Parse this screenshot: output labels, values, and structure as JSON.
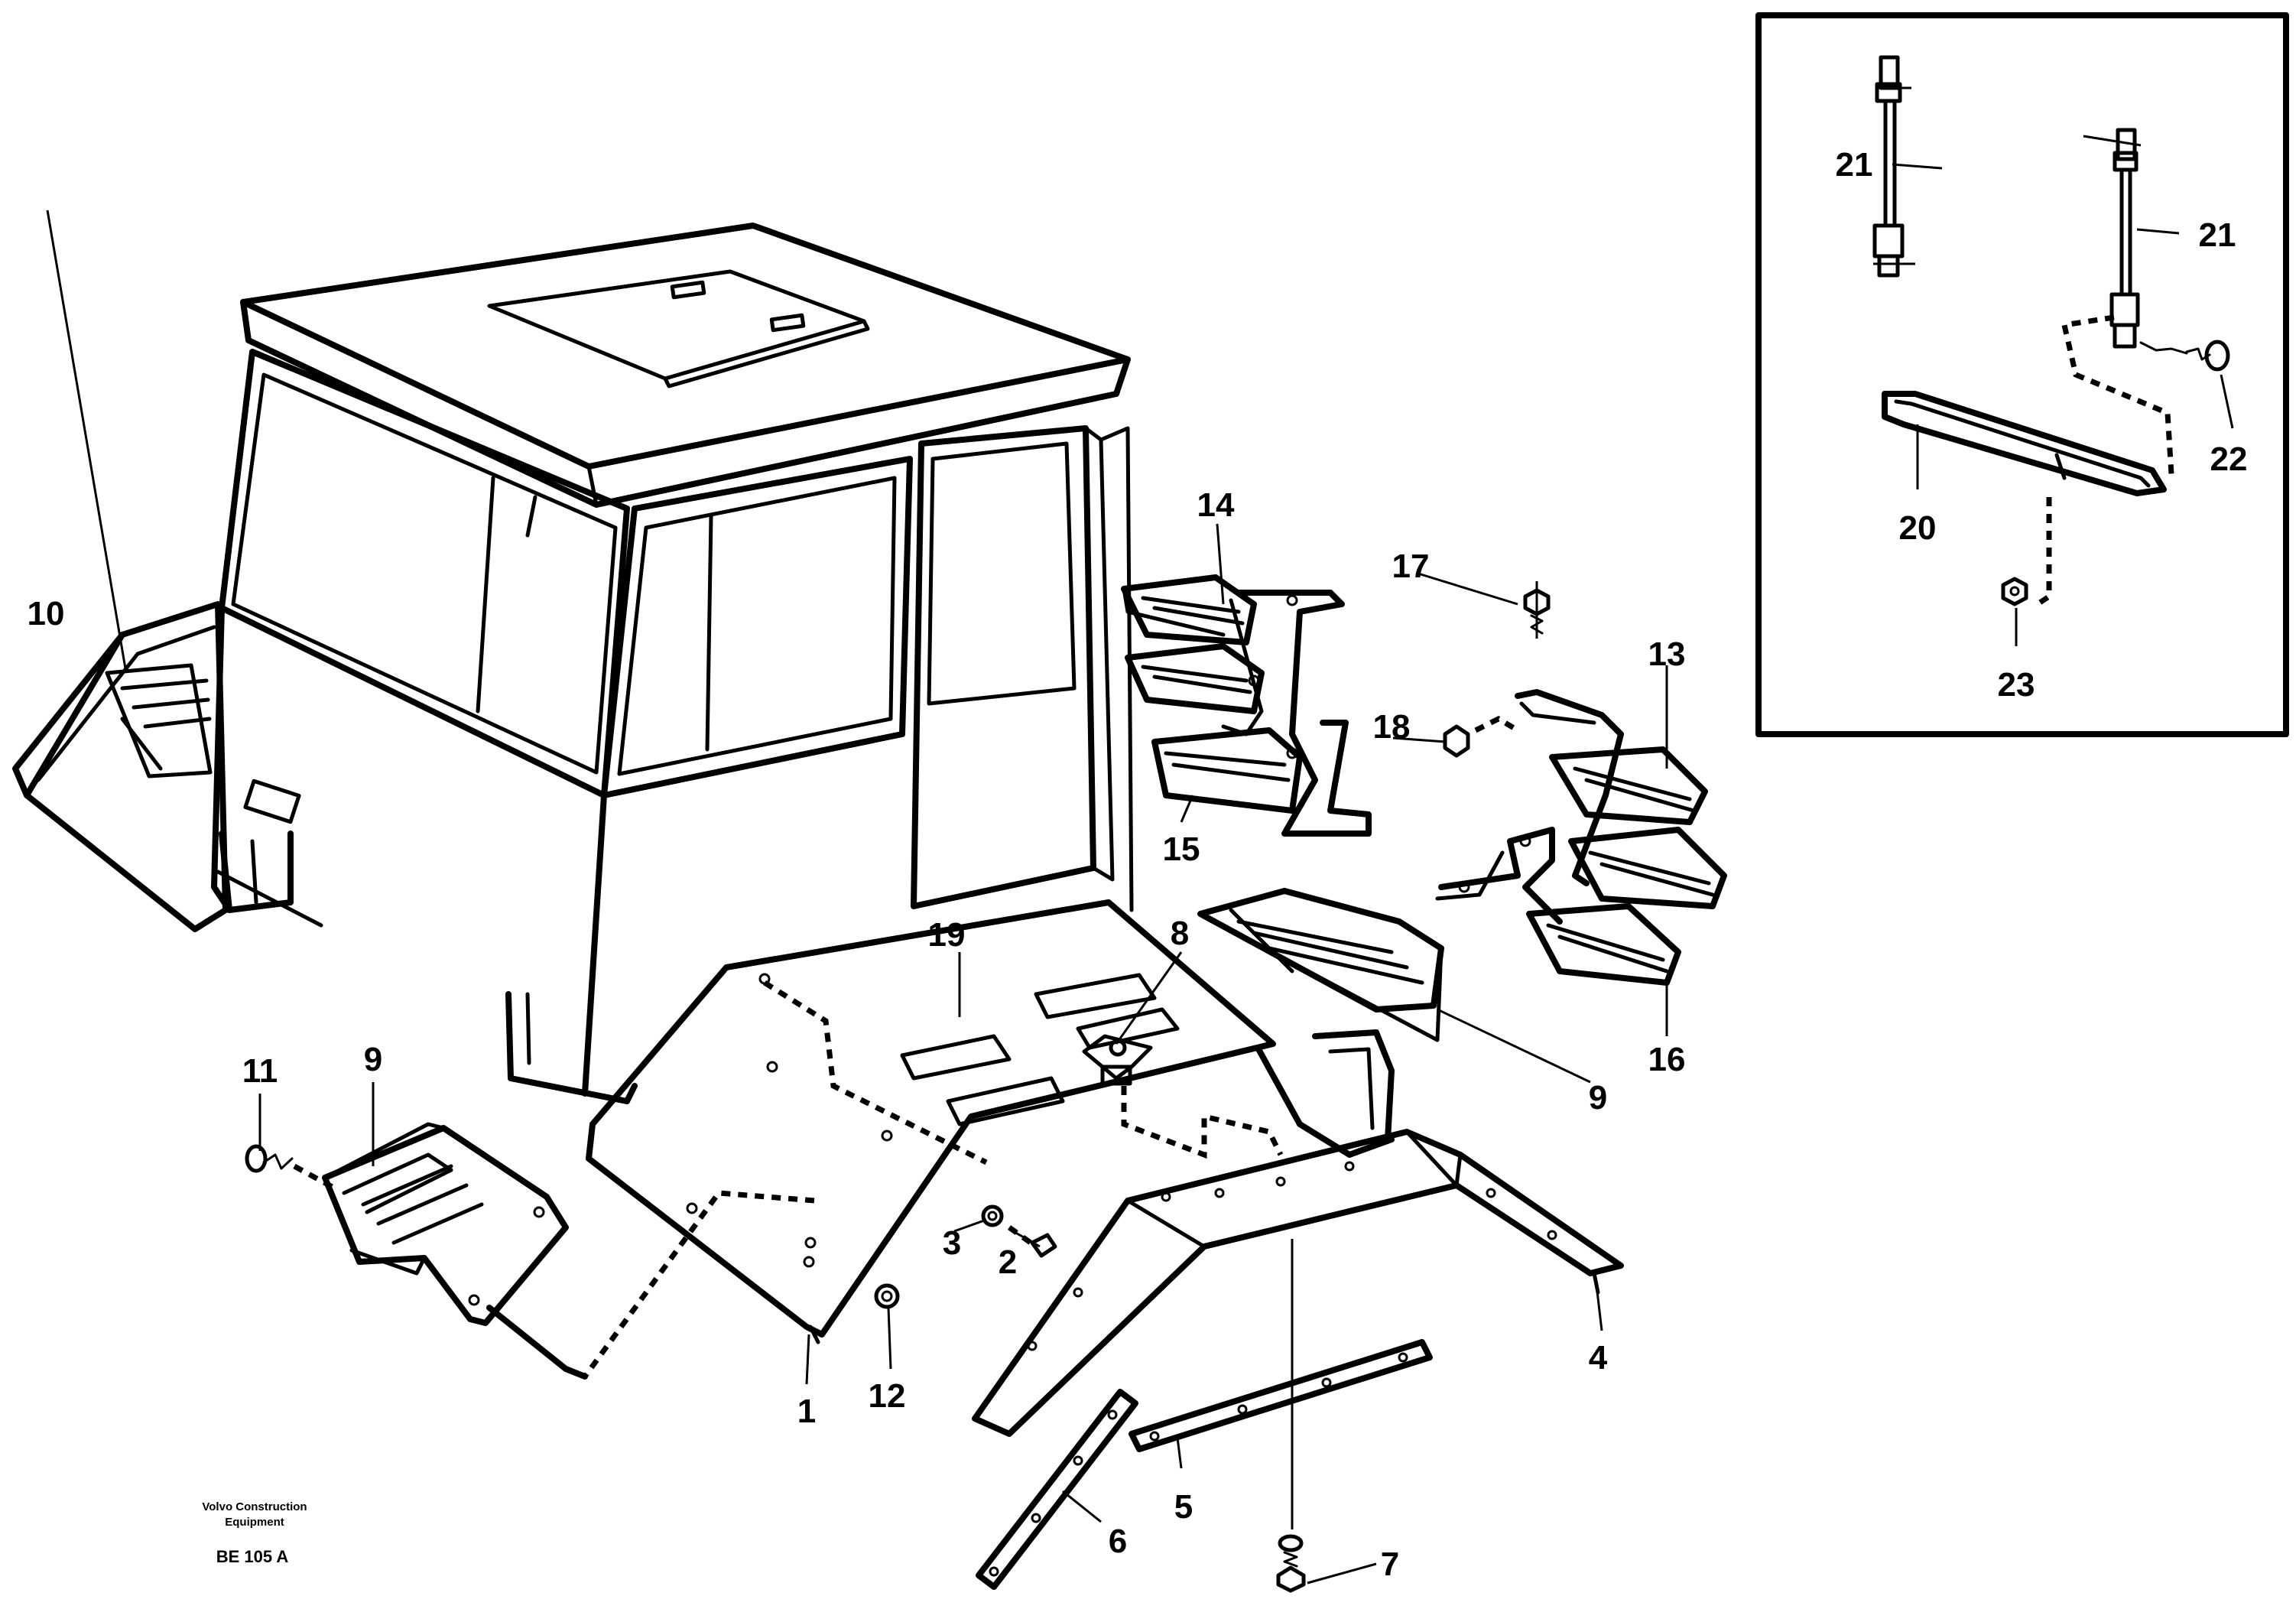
{
  "callouts": {
    "c1": "1",
    "c2": "2",
    "c3": "3",
    "c4": "4",
    "c5": "5",
    "c6": "6",
    "c7": "7",
    "c8": "8",
    "c9a": "9",
    "c9b": "9",
    "c10": "10",
    "c11": "11",
    "c12": "12",
    "c13": "13",
    "c14": "14",
    "c15": "15",
    "c16": "16",
    "c17": "17",
    "c18": "18",
    "c19": "19",
    "c20": "20",
    "c21a": "21",
    "c21b": "21",
    "c22": "22",
    "c23": "23"
  },
  "footer": {
    "brand_line1": "Volvo Construction",
    "brand_line2": "Equipment",
    "code": "BE 105 A"
  }
}
